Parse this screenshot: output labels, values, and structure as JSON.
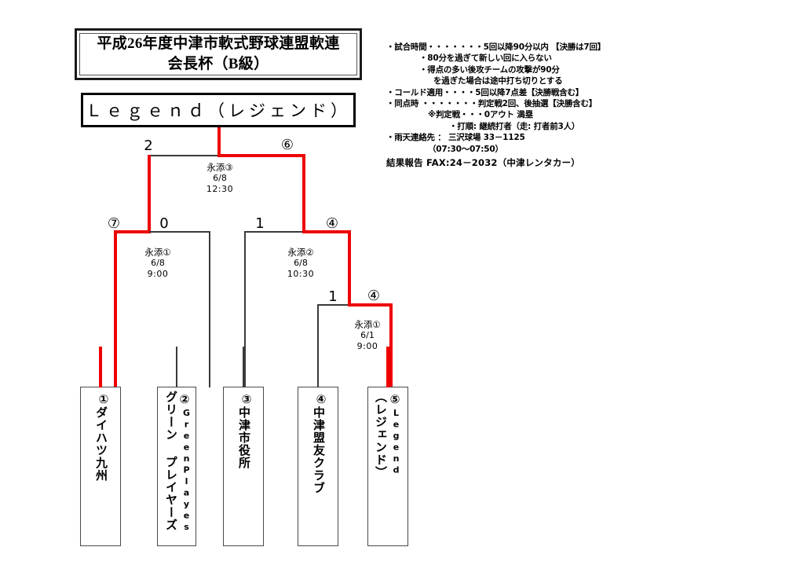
{
  "title": {
    "line1": "平成26年度中津市軟式野球連盟軟連",
    "line2": "会長杯（B級）"
  },
  "champion": {
    "label": "Ｌｅｇｅｎｄ（レジェンド）"
  },
  "rules": {
    "lines": [
      {
        "text": "・試合時間・・・・・・・5回以降90分以内 【決勝は7回】",
        "indent": 0
      },
      {
        "text": "・80分を過ぎて新しい回に入らない",
        "indent": 1
      },
      {
        "text": "・得点の多い後攻チームの攻撃が90分",
        "indent": 1
      },
      {
        "text": "を過ぎた場合は途中打ち切りとする",
        "indent": 2
      },
      {
        "text": "・コールド適用・・・・5回以降7点差【決勝戦含む】",
        "indent": 0
      },
      {
        "text": "・同点時  ・・・・・・・判定戦2回、後抽選【決勝含む】",
        "indent": 0
      },
      {
        "text": "※判定戦・・・0アウト  満塁",
        "indent": 4
      },
      {
        "text": "・打順: 継続打者（走: 打者前3人）",
        "indent": 3
      },
      {
        "text": "・雨天連絡先 ： 三沢球場 33－1125",
        "indent": 0
      },
      {
        "text": "（07:30～07:50）",
        "indent": 4
      }
    ],
    "fax": "結果報告  FAX:24－2032（中津レンタカー）"
  },
  "matches": {
    "final": {
      "left_score": "2",
      "right_score": "⑥",
      "venue": "永添③",
      "date": "6/8",
      "time": "12:30"
    },
    "semi_left": {
      "left_score": "⑦",
      "right_score": "0",
      "venue": "永添①",
      "date": "6/8",
      "time": "9:00"
    },
    "semi_right": {
      "left_score": "1",
      "right_score": "④",
      "venue": "永添②",
      "date": "6/8",
      "time": "10:30"
    },
    "round1": {
      "left_score": "1",
      "right_score": "④",
      "venue": "永添①",
      "date": "6/1",
      "time": "9:00"
    }
  },
  "teams": [
    {
      "seed": "①",
      "name_jp": "ダイハツ九州",
      "name_en": ""
    },
    {
      "seed": "②",
      "name_jp": "グリーン プレイヤーズ",
      "name_en": "GreenPlayes"
    },
    {
      "seed": "③",
      "name_jp": "中津市役所",
      "name_en": ""
    },
    {
      "seed": "④",
      "name_jp": "中津盟友クラブ",
      "name_en": ""
    },
    {
      "seed": "⑤",
      "name_jp": "（レジェンド）",
      "name_en": "Legend"
    }
  ],
  "colors": {
    "winner_path": "#ee0000",
    "line": "#3a3a3a",
    "border": "#000000"
  }
}
